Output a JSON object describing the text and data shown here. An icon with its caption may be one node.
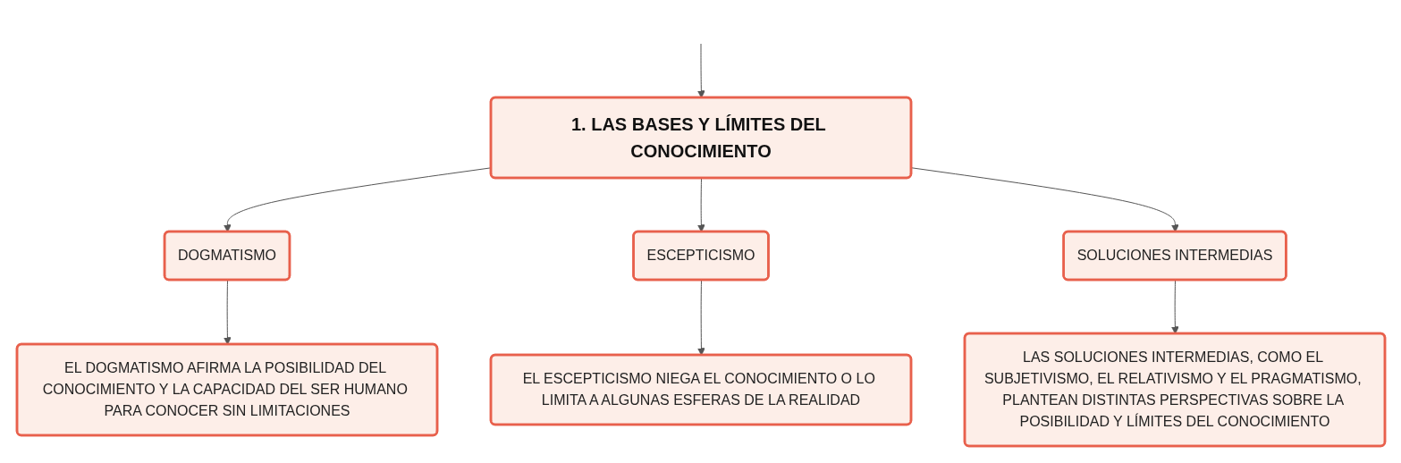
{
  "diagram": {
    "nodes": [
      {
        "text": [
          "1. LAS BASES Y LÍMITES DEL CONOCIMIENTO"
        ]
      },
      {
        "text": [
          "DOGMATISMO"
        ]
      },
      {
        "text": [
          "ESCEPTICISMO"
        ]
      },
      {
        "text": [
          "SOLUCIONES INTERMEDIAS"
        ]
      },
      {
        "text": [
          "EL DOGMATISMO AFIRMA LA POSIBILIDAD DEL CONOCIMIENTO Y LA CAPACIDAD DEL SER HUMANO PARA CONOCER SIN LIMITACIONES"
        ]
      },
      {
        "text": [
          "EL ESCEPTICISMO NIEGA EL CONOCIMIENTO O LO LIMITA A ALGUNAS ESFERAS DE LA REALIDAD"
        ]
      },
      {
        "text": [
          "LAS SOLUCIONES INTERMEDIAS, COMO EL SUBJETIVISMO, EL RELATIVISMO Y EL PRAGMATISMO, PLANTEAN DISTINTAS PERSPECTIVAS SOBRE LA POSIBILIDAD Y LÍMITES DEL CONOCIMIENTO"
        ]
      }
    ],
    "edges": [
      {
        "from": null,
        "to": 0,
        "arrow": "to"
      },
      {
        "from": 0,
        "to": 1,
        "arrow": "to"
      },
      {
        "from": 0,
        "to": 2,
        "arrow": "to"
      },
      {
        "from": 0,
        "to": 3,
        "arrow": "to"
      },
      {
        "from": 1,
        "to": 4,
        "arrow": "to"
      },
      {
        "from": 2,
        "to": 5,
        "arrow": "to"
      },
      {
        "from": 3,
        "to": 6,
        "arrow": "to"
      }
    ]
  }
}
